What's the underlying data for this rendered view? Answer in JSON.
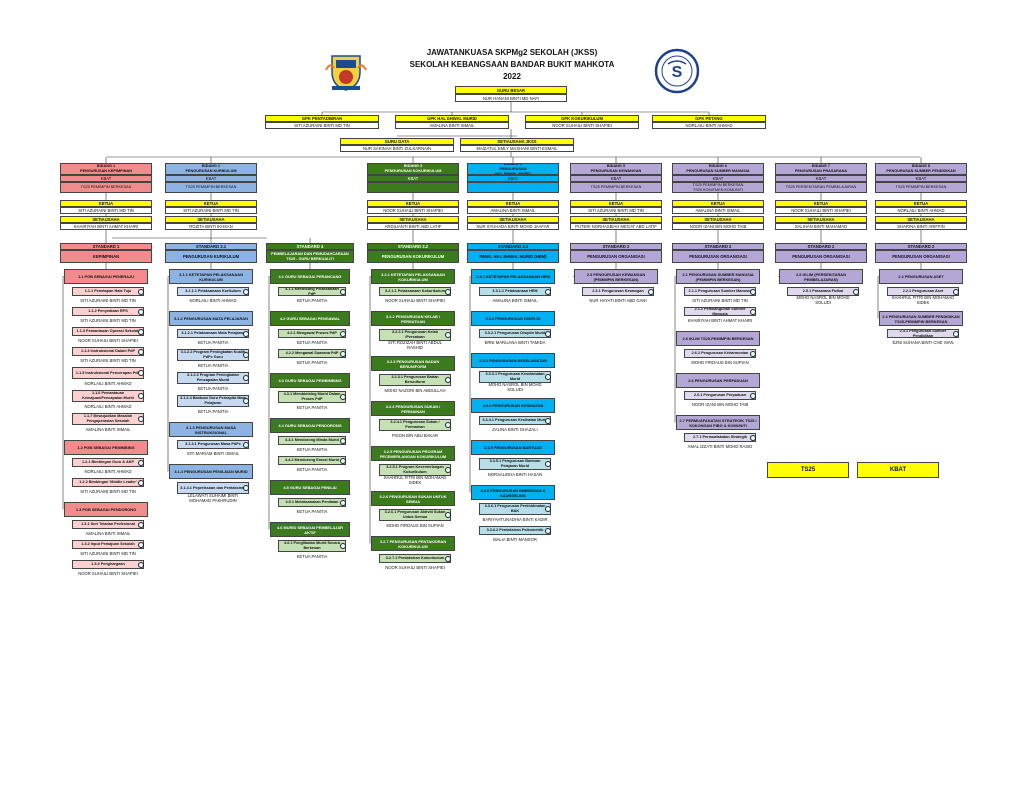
{
  "header": {
    "title1": "JAWATANKUASA SKPMg2 SEKOLAH (JKSS)",
    "title2": "SEKOLAH KEBANGSAAN BANDAR BUKIT MAHKOTA",
    "year": "2022"
  },
  "guru_besar": {
    "title": "GURU BESAR",
    "name": "NUR HANANI BINTI MD NAFI"
  },
  "gpk": [
    {
      "title": "GPK PENTADBIRAN",
      "name": "SITI AZURAINI BINTI MD TIN"
    },
    {
      "title": "GPK HAL EHWAL MURID",
      "name": "AMALINA BINTI ISMAIL"
    },
    {
      "title": "GPK KOKURIKULUM",
      "name": "NOOR SUHAILI BINTI SHAPIEI"
    },
    {
      "title": "GPK PETANG",
      "name": "NORLAILI BINTI AHMAD"
    }
  ],
  "guru_data": {
    "title": "GURU DATA",
    "name": "NUR SAKINAH BINTI ZULKARNAIN"
  },
  "setiausaha_jkss": {
    "title": "SETIAUSAHA JKSS",
    "name": "MAIZATUL EMLY MASHANI BINTI ESMAIL"
  },
  "bidang": [
    {
      "head": "BIDANG 1\nPENGURUSAN KEPIMPINAN",
      "sub": "KBAT",
      "sub2": "TS25 PEMIMPIN BERKESAN",
      "ketua_lbl": "KETUA",
      "ketua": "SITI AZURAINI BINTI MD TIN",
      "su_lbl": "SETIAUSAHA",
      "su": "KHAIRIYAH BINTI AHMAT KHAIRI",
      "std": "STANDARD 1",
      "std_title": "KEPIMPINAN"
    },
    {
      "head": "BIDANG 2\nPENGURUSAN KURIKULUM",
      "sub": "KBAT",
      "sub2": "TS25 PEMIMPIN BERKESAN",
      "ketua_lbl": "KETUA",
      "ketua": "SITI AZURAINI BINTI MD TIN",
      "su_lbl": "SETIAUSAHA",
      "su": "ROZITA BINTI IKHSAN",
      "std": "STANDARD 3.1",
      "std_title": "PENGURUSAN KURIKULUM"
    },
    {
      "head": "BIDANG 3\nPENGURUSAN KOKURIKULUM",
      "sub": "KBAT",
      "sub2": "",
      "ketua_lbl": "KETUA",
      "ketua": "NOOR SUHAILI BINTI SHAPIEI",
      "su_lbl": "SETIAUSAHA",
      "su": "ARDILIANTI BINTI ABD LATIF",
      "std": "STANDARD 3.2",
      "std_title": "PENGURUSAN KOKURIKULUM"
    },
    {
      "head": "BIDANG 4\nPENGURUSAN\nHAL EHWAL MURID",
      "sub": "KBAT",
      "sub2": "",
      "ketua_lbl": "KETUA",
      "ketua": "AMALINA BINTI ISMAIL",
      "su_lbl": "SETIAUSAHA",
      "su": "NUR SYUHADA BINTI MOHD JAAFAR",
      "std": "STANDARD 3.3",
      "std_title": "PENG. HAL EHWAL MURID (HEM)"
    },
    {
      "head": "BIDANG 5\nPENGURUSAN KEWANGAN",
      "sub": "KBAT",
      "sub2": "TS25 PEMIMPIN BERKESAN",
      "ketua_lbl": "KETUA",
      "ketua": "SITI AZURAINI BINTI MD TIN",
      "su_lbl": "SETIAUSAHA",
      "su": "PUTERI NORHASBIAH MEGAT ABD LATIF",
      "std": "STANDARD 2",
      "std_title": "PENGURUSAN ORGANISASI"
    },
    {
      "head": "BIDANG 6\nPENGURUSAN SUMBER MANUSIA",
      "sub": "KBAT",
      "sub2": "TS25 PEMIMPIN BERKESAN\nTS25 KOMITMEN KOMUNITI",
      "ketua_lbl": "KETUA",
      "ketua": "AMALINA BINTI ISMAIL",
      "su_lbl": "SETIAUSAHA",
      "su": "NOOR IZANI BIN MOHD TAIB",
      "std": "STANDARD 2",
      "std_title": "PENGURUSAN ORGANISASI"
    },
    {
      "head": "BIDANG 7\nPENGURUSAN PRASARANA",
      "sub": "KBAT",
      "sub2": "TS25 PERSEKITARAN PEMBELAJARAN",
      "ketua_lbl": "KETUA",
      "ketua": "NOOR SUHAILI BINTI SHAPIEI",
      "su_lbl": "SETIAUSAHA",
      "su": "SALIHAN BINTI MAHAMAD",
      "std": "STANDARD 2",
      "std_title": "PENGURUSAN ORGANISASI"
    },
    {
      "head": "BIDANG 8\nPENGURUSAN SUMBER PENDIDIKAN",
      "sub": "KBAT",
      "sub2": "TS25 PEMIMPIN BERKESAN",
      "ketua_lbl": "KETUA",
      "ketua": "NORLAILI BINTI AHMAD",
      "su_lbl": "SETIAUSAHA",
      "su": "SHARINA BINTI ARIFFIN",
      "std": "STANDARD 2",
      "std_title": "PENGURUSAN ORGANISASI"
    }
  ],
  "col1": [
    {
      "t": "h",
      "l": "1.1  PGB SEBAGAI PENERAJU"
    },
    {
      "t": "i",
      "l": "1.1.1 Penetapan Hala Tuju"
    },
    {
      "t": "n",
      "l": "SITI AZURAINI BINTI MD TIN"
    },
    {
      "t": "i",
      "l": "1.1.2 Penyediaan RPS"
    },
    {
      "t": "n",
      "l": "SITI AZURAINI BINTI MD TIN"
    },
    {
      "t": "i",
      "l": "1.1.3 Pemantauan Operasi Sekolah"
    },
    {
      "t": "n",
      "l": "NOOR SUHAILI BINTI SHAPIEI"
    },
    {
      "t": "i",
      "l": "1.1.4 Instruksional Dalam PdP"
    },
    {
      "t": "n",
      "l": "SITI AZURAINI BINTI MD TIN"
    },
    {
      "t": "i",
      "l": "1.1.5 Instruksional  Pencerapan PdP"
    },
    {
      "t": "n",
      "l": "NORLAILI BINTI AHMAD"
    },
    {
      "t": "i",
      "l": "1.1.6 Pemantauan Kemajuan/Pencapaian  Murid"
    },
    {
      "t": "n",
      "l": "NORLAILI BINTI AHMAD"
    },
    {
      "t": "i",
      "l": "1.1.7 Mewujudkan Masalah Pengoperasian Sekolah"
    },
    {
      "t": "n",
      "l": "AMALINA BINTI ISMAIL"
    },
    {
      "t": "h",
      "l": "1.2  PGB SEBAGAI PEMIMBING"
    },
    {
      "t": "i",
      "l": "1.2.1 Bimbingan Guru & AKP"
    },
    {
      "t": "n",
      "l": "NORLAILI BINTI AHMAD"
    },
    {
      "t": "i",
      "l": "1.2.2 Bimbingan 'Middle Leader'"
    },
    {
      "t": "n",
      "l": "SITI AZURAINI BINTI MD TIN"
    },
    {
      "t": "h",
      "l": "1.3  PGB SEBAGAI PENDORONG"
    },
    {
      "t": "i",
      "l": "1.3.1 Suri Teladan Profesional"
    },
    {
      "t": "n",
      "l": "AMALINA BINTI ISMAIL"
    },
    {
      "t": "i",
      "l": "1.3.2 Input Pemajuan Sekolah"
    },
    {
      "t": "n",
      "l": "SITI AZURAINI BINTI MD TIN"
    },
    {
      "t": "i",
      "l": "1.3.3 Penghargaan"
    },
    {
      "t": "n",
      "l": "NOOR SUHAILI BINTI SHAPIEI"
    }
  ],
  "col2": [
    {
      "t": "h",
      "l": "3.1.1 KETETAPAN PELAKSANAAN KURIKULUM"
    },
    {
      "t": "i",
      "l": "3.1.1.1 Pelaksanaan Kurikulum"
    },
    {
      "t": "n",
      "l": "NORLAILI BINTI AHMAD"
    },
    {
      "t": "h",
      "l": "3.1.2 PENGURUSAN MATA PELAJARAN"
    },
    {
      "t": "i",
      "l": "3.1.2.1 Pelaksanaan Mata Pelajaran"
    },
    {
      "t": "n",
      "l": "KETUA PANITIA"
    },
    {
      "t": "i",
      "l": "3.1.2.2  Program Peningkatan Kualiti PdPc Guru"
    },
    {
      "t": "n",
      "l": "KETUA PANITIA"
    },
    {
      "t": "i",
      "l": "3.1.2.3  Program Peningkatan Pencapaian Murid"
    },
    {
      "t": "n",
      "l": "KETUA PANITIA"
    },
    {
      "t": "i",
      "l": "3.1.2.4  Bantuan Guru Perkapita Mata Pelajaran"
    },
    {
      "t": "n",
      "l": "KETUA PANITIA"
    },
    {
      "t": "h",
      "l": "3.1.3 PENGURUSAN MASA INSTRUKSIONAL"
    },
    {
      "t": "i",
      "l": "3.1.3.1 Pengurusan Masa PdPc"
    },
    {
      "t": "n",
      "l": "SITI MARIAM BINTI ISMAIL"
    },
    {
      "t": "h",
      "l": "3.1.4 PENGURUSAN PENILAIAN MURID"
    },
    {
      "t": "i",
      "l": "3.1.4.1 Peperiksaan dan Pentaksiran"
    },
    {
      "t": "n",
      "l": "LELAWATI SUHAIMI BINTI MOHAMAD PAKHRUDIN"
    }
  ],
  "col3_head": {
    "std": "STANDARD 4",
    "title": "PEMBELAJARAN DAN PEMUDAHCARAAN TS25 - GURU BERKUALITI"
  },
  "col3": [
    {
      "t": "h",
      "l": "4.1  GURU SEBAGAI PERANCANG"
    },
    {
      "t": "i",
      "l": "4.1.1 Merancang Pelaksanaan PdP"
    },
    {
      "t": "n",
      "l": "KETUA PANITIA"
    },
    {
      "t": "h",
      "l": "4.2 GURU SEBAGAI PENGAWAL"
    },
    {
      "t": "i",
      "l": "4.2.1 Mengawal Proses PdP"
    },
    {
      "t": "n",
      "l": "KETUA PANITIA"
    },
    {
      "t": "i",
      "l": "4.2.2 Mengawal Suasana PdP"
    },
    {
      "t": "n",
      "l": "KETUA PANITIA"
    },
    {
      "t": "h",
      "l": "4.3 GURU SEBAGAI PEMBIMBING"
    },
    {
      "t": "i",
      "l": "4.3.1 Membimbing Murid Dalam Proses PdP"
    },
    {
      "t": "n",
      "l": "KETUA PANITIA"
    },
    {
      "t": "h",
      "l": "4.4 GURU SEBAGAI PENDORONG"
    },
    {
      "t": "i",
      "l": "4.4.1 Mendorong Minda Murid"
    },
    {
      "t": "n",
      "l": "KETUA PANITIA"
    },
    {
      "t": "i",
      "l": "4.4.2 Mendorong Emosi Murid"
    },
    {
      "t": "n",
      "l": "KETUA PANITIA"
    },
    {
      "t": "h",
      "l": "4.5 GURU SEBAGAI PENILAI"
    },
    {
      "t": "i",
      "l": "4.5.1 Melaksanakan Penilaian"
    },
    {
      "t": "n",
      "l": "KETUA PANITIA"
    },
    {
      "t": "h",
      "l": "4.6 MURID SEBAGAI PEMBELAJAR AKTIF"
    },
    {
      "t": "i",
      "l": "4.6.1 Penglibatan Murid Secara Berkesan"
    },
    {
      "t": "n",
      "l": "KETUA PANITIA"
    }
  ],
  "col4": [
    {
      "t": "h",
      "l": "3.2.1 KETETAPAN PELAKSANAAN KOKURIKULUM"
    },
    {
      "t": "i",
      "l": "3.2.1.1 Pelaksanaan Kokurikulum"
    },
    {
      "t": "n",
      "l": "NOOR SUHAILI BINTI SHAPIEI"
    },
    {
      "t": "h",
      "l": "3.2.2 PENGURUSAN KELAB / PERSATUAN"
    },
    {
      "t": "i",
      "l": "3.2.2.1 Pengurusan Kelab /Persatuan"
    },
    {
      "t": "n",
      "l": "SITI ROZIZAH BINTI ABDUL RASHID"
    },
    {
      "t": "h",
      "l": "3.2.3 PENGURUSAN BADAN BERUNIFORM"
    },
    {
      "t": "i",
      "l": "3.2.3.1 Pengurusan Badan Beruniform"
    },
    {
      "t": "n",
      "l": "MOHD NAZORI BIN ABDULLAH"
    },
    {
      "t": "h",
      "l": "3.2.4 PENGURUSAN SUKAN / PERMAINAN"
    },
    {
      "t": "i",
      "l": "3.2.4.1 Pengurusan Sukan / Permainan"
    },
    {
      "t": "n",
      "l": "PISON BIN ABU BAKAR"
    },
    {
      "t": "h",
      "l": "3.2.5 PENGURUSAN PROGRAM PECEMERLANGAN KOKURIKULUM"
    },
    {
      "t": "i",
      "l": "3.2.5.1 Program Kecemerlangan Kokurikulum"
    },
    {
      "t": "n",
      "l": "SHAHRUL FITRI BIN MOHAMAD SIDEK"
    },
    {
      "t": "h",
      "l": "3.2.6 PENGURUSAN  SUKAN UNTUK SEMUA"
    },
    {
      "t": "i",
      "l": "3.2.6.1 Pengurusan Aktiviti Sukan Untuk Semua"
    },
    {
      "t": "n",
      "l": "MOHD FIRDAUS BIN SUPIAN"
    },
    {
      "t": "h",
      "l": "3.2.7 PENGURUSAN PENTAKSIRAN KOKURIKULUM"
    },
    {
      "t": "i",
      "l": "3.2.7.1 Pentaksiran Kokurikulum"
    },
    {
      "t": "n",
      "l": "NOOR SUHAILI BINTI SHAPIEI"
    }
  ],
  "col5": [
    {
      "t": "h",
      "l": "3.3.1 KETETAPAN PELAKSANAAN HEM"
    },
    {
      "t": "i",
      "l": "3.3.1.1 Pelaksanaan HEM"
    },
    {
      "t": "n",
      "l": "AMALINA BINTI ISMAIL"
    },
    {
      "t": "h",
      "l": "3.3.2 PENGURUSAN DISIPLIN"
    },
    {
      "t": "i",
      "l": "3.3.2.1 Pengurusan Disiplin Murid"
    },
    {
      "t": "n",
      "l": "ERNI MARLIANA BINTI TAMIDA"
    },
    {
      "t": "h",
      "l": "3.3.3 PENGURUSAN KESELAMATAN"
    },
    {
      "t": "i",
      "l": "3.3.3.1 Pengurusan Keselamatan Murid"
    },
    {
      "t": "n",
      "l": "MOHD NASROL BIN MOHD SOLUDI"
    },
    {
      "t": "h",
      "l": "3.3.4 PENGURUSAN KESIHATAN"
    },
    {
      "t": "i",
      "l": "3.3.4.1 Pengurusan Kesihatan Murid"
    },
    {
      "t": "n",
      "l": "ZALINA BINTI GHAZALI"
    },
    {
      "t": "h",
      "l": "3.3.5 PENGURUSAN BANTUAN"
    },
    {
      "t": "i",
      "l": "3.3.5.1 Pengurusan Bantuan Pelajaran Murid"
    },
    {
      "t": "n",
      "l": "NORSALIDHA BINTI HASAN"
    },
    {
      "t": "h",
      "l": "3.3.6 PENGURUSAN BIMBINGAN & KAUNSELING"
    },
    {
      "t": "i",
      "l": "3.3.6.1 Pengurusan Perkhidmatan B&K"
    },
    {
      "t": "n",
      "l": "BARIYAHTUNADHIA BINTI KADIR"
    },
    {
      "t": "i",
      "l": "3.3.6.2 Pentaksiran Psikometrik"
    },
    {
      "t": "n",
      "l": "MALIA BINTI MANSOR"
    }
  ],
  "col6": [
    {
      "t": "h",
      "l": "2.3  PENGURUSAN KEWANGAN (PEMIMPIN BERKESAN)"
    },
    {
      "t": "i",
      "l": "2.3.1 Pengurusan Kewangan"
    },
    {
      "t": "n",
      "l": "NUR HAYATI BINTI ABD GANI"
    }
  ],
  "col7": [
    {
      "t": "h",
      "l": "2.1  PENGURUSAN SUMBER MANUSIA (PEMIMPIN BERKESAN)"
    },
    {
      "t": "i",
      "l": "2.1.1 Pengurusan Sumber Manusia"
    },
    {
      "t": "n",
      "l": "SITI AZURAINI BINTI MD TIN"
    },
    {
      "t": "i",
      "l": "2.1.2 Pembangunan Sumber Manusia"
    },
    {
      "t": "n",
      "l": "KHAIRIYAH BINTI AHMAT KHAIRI"
    },
    {
      "t": "h",
      "l": "2.6 IKLIM TS25-PEMIMPIN BERKESAN"
    },
    {
      "t": "i",
      "l": "2.6.2 Pengurusan Keharmonian"
    },
    {
      "t": "n",
      "l": "MOHD FIRDAUS BIN SUPIAN"
    },
    {
      "t": "h",
      "l": "2.6 PENGURUSAN PERPADUAN"
    },
    {
      "t": "i",
      "l": "2.6.1 Pengurusan Perpaduan"
    },
    {
      "t": "n",
      "l": "NOOR IZANI BIN MOHD TAIB"
    },
    {
      "t": "h",
      "l": "2.7 PERMUAFAKATAN STRATEGIK TS25 / SOKONGAN PIBG & KOMUNITI"
    },
    {
      "t": "i",
      "l": "2.7.1 Permuafakatan Strategik"
    },
    {
      "t": "n",
      "l": "AMAL IZZATI BINTI MOHD RASID"
    }
  ],
  "col8": [
    {
      "t": "h",
      "l": "2.5 IKLIM (PERSEKITARAN PEMBELAJARAN)"
    },
    {
      "t": "i",
      "l": "2.5.1 Prasarana Fizikal"
    },
    {
      "t": "n",
      "l": "MOHD NASROL BIN MOHD SOLUDI"
    }
  ],
  "col9": [
    {
      "t": "h",
      "l": "2.2 PENGURUSAN ASET"
    },
    {
      "t": "i",
      "l": "2.2.1 Pengurusan Aset"
    },
    {
      "t": "n",
      "l": "SHAHRUL FITRI BIN MOHAMAD SIDEK"
    },
    {
      "t": "h",
      "l": "2.4 PENGURUSAN SUMBER PENDIDIKAN TS25-PEMIMPIN BERKESAN"
    },
    {
      "t": "i",
      "l": "2.4.1 Pengurusan Sumber Pendidikan"
    },
    {
      "t": "n",
      "l": "EZNI SUHANA BINTI CHE' MAN"
    }
  ],
  "legend": {
    "ts25": "TS25",
    "kbat": "KBAT"
  },
  "colors": {
    "red_head": "#f28c8c",
    "red_item": "#fbd0d0",
    "blue_head": "#8db3e2",
    "blue_item": "#c6d9f1",
    "green_head": "#3c7a1e",
    "green_item": "#c5e0b4",
    "cyan_head": "#00b0f0",
    "cyan_item": "#b7dee8",
    "purple_head": "#b4a7d6",
    "purple_item": "#e0d9ee",
    "yellow": "#ffff00",
    "name_bg": "#ffffff"
  }
}
